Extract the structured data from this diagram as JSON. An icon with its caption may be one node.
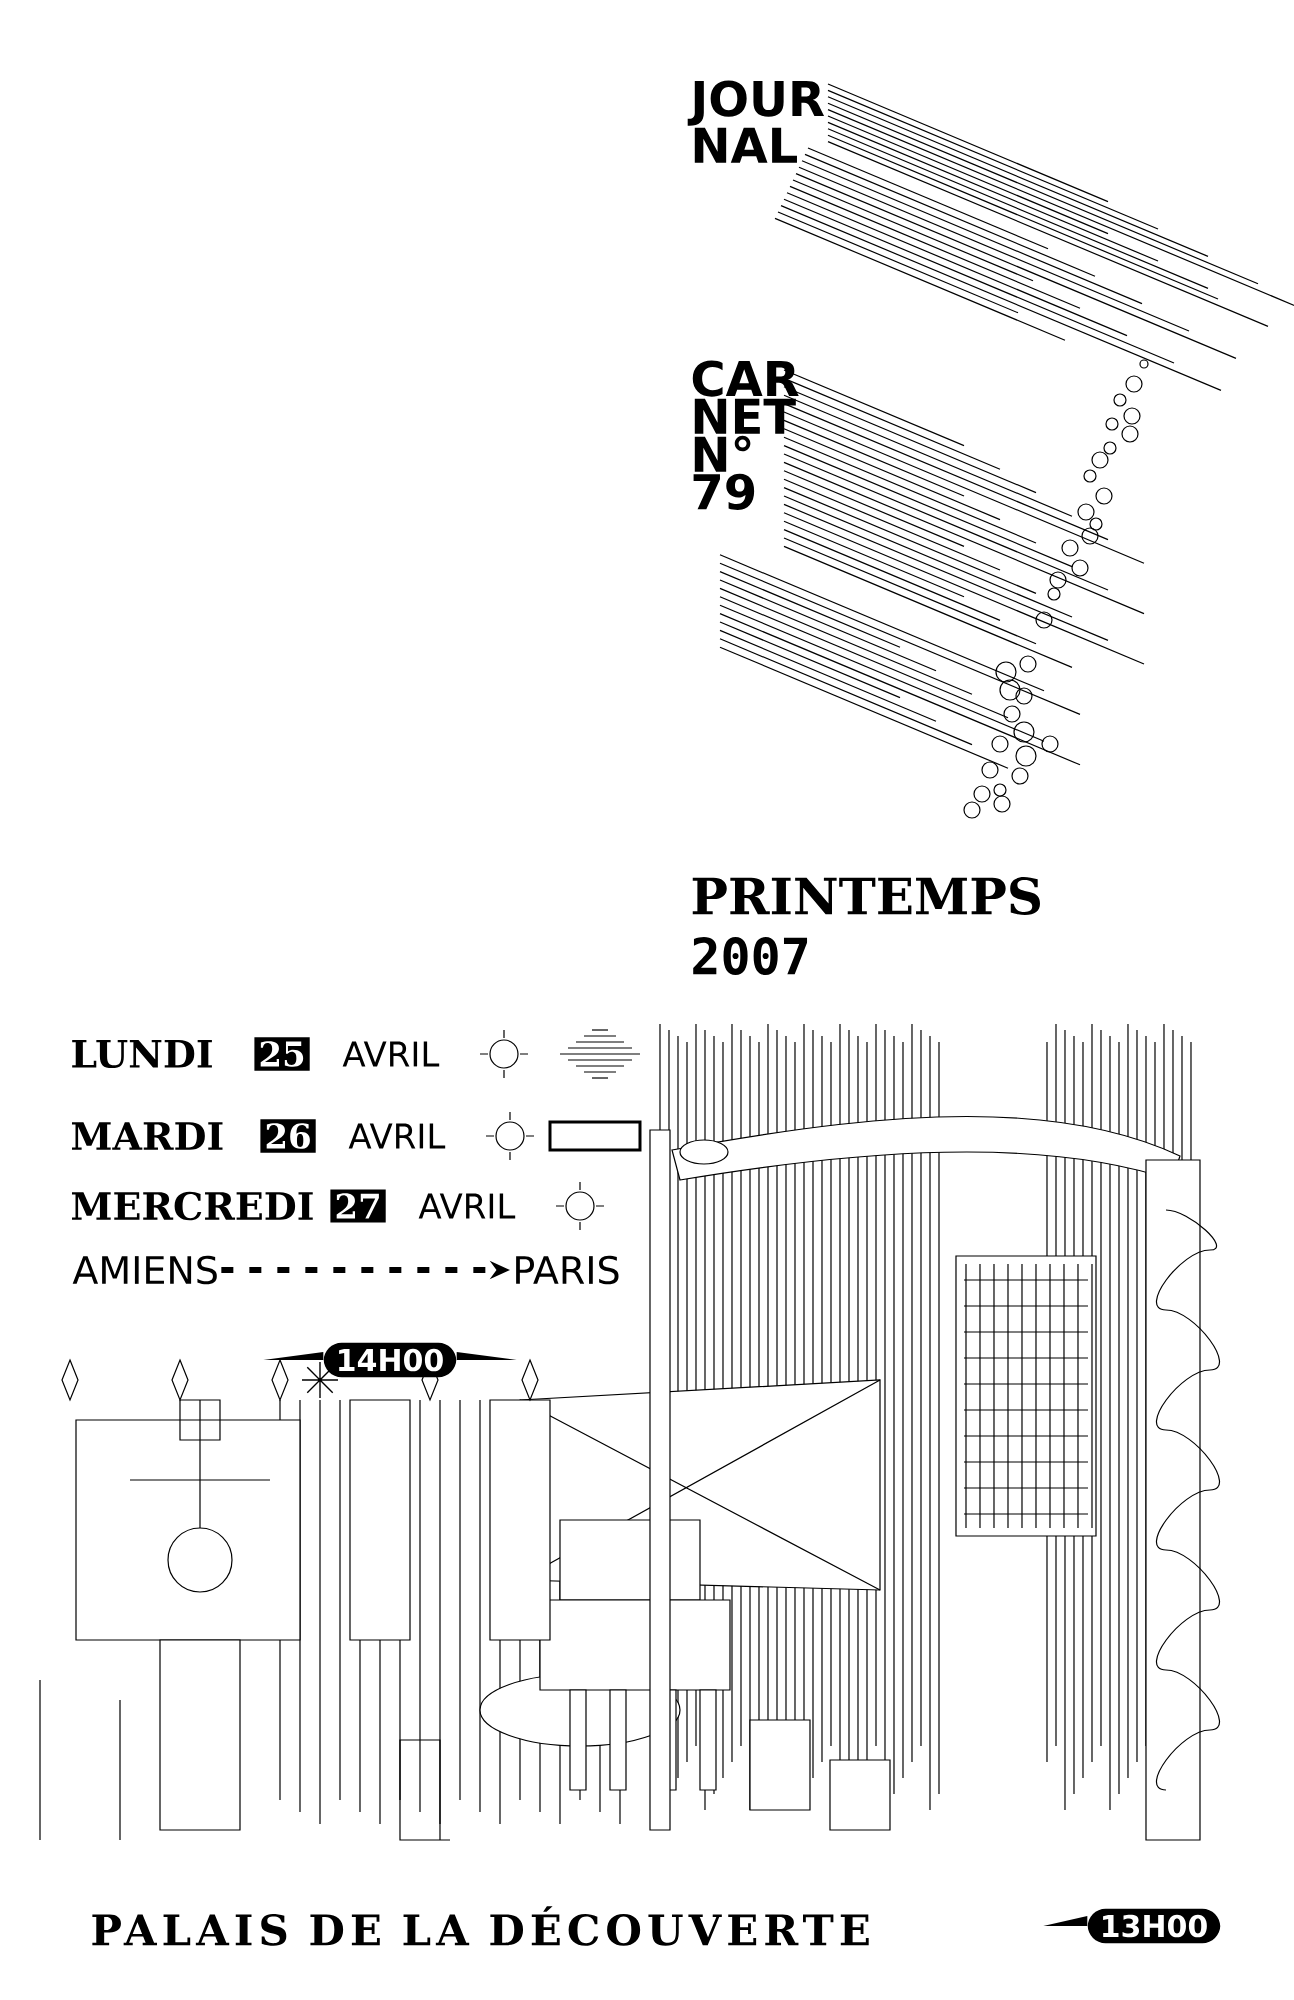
{
  "diagram": {
    "nodes": [
      {
        "text": [
          "AMIENS"
        ]
      },
      {
        "text": [
          "PARIS"
        ]
      },
      {
        "text": [
          "14H00"
        ]
      },
      {
        "text": [
          "13H00"
        ]
      }
    ],
    "edges": [
      {
        "from": 0,
        "to": 1,
        "arrow": "to",
        "style": "dashed"
      }
    ],
    "labels": [
      "JOUR NAL",
      "CAR NET N° 79",
      "PRINTEMPS",
      "2007",
      "LUNDI",
      "25",
      "AVRIL",
      "MARDI",
      "26",
      "AVRIL",
      "MERCREDI",
      "27",
      "AVRIL",
      "PALAIS DE LA DÉCOUVERTE"
    ]
  }
}
